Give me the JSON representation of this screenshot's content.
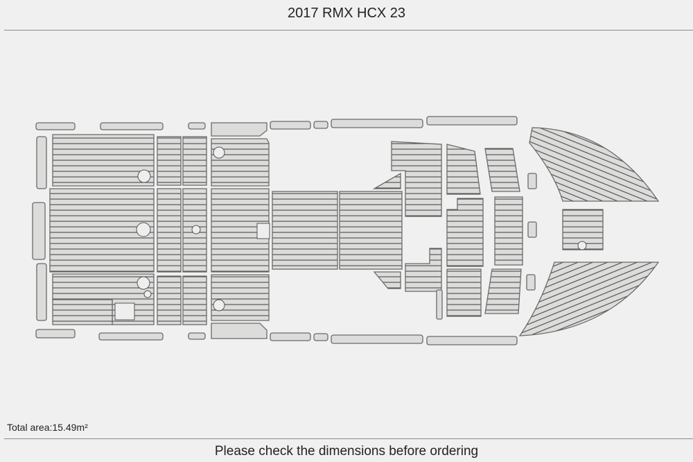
{
  "header": {
    "title": "2017 RMX HCX 23"
  },
  "summary": {
    "total_area": "Total area:15.49m²"
  },
  "footer": {
    "note": "Please check the dimensions before ordering"
  }
}
